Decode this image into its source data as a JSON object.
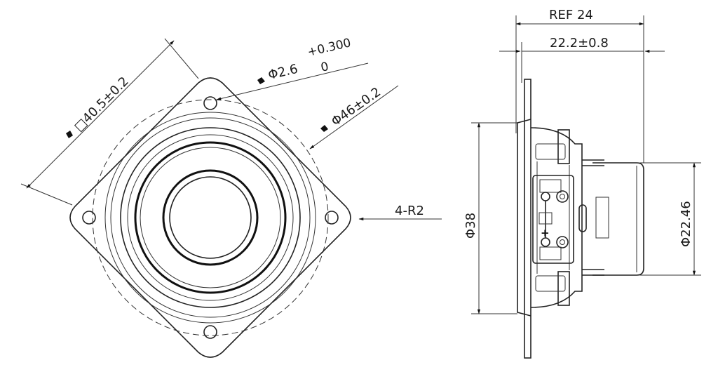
{
  "front_view": {
    "square_dim": "□40.5±0.2",
    "hole_dim_main": "Φ2.6",
    "hole_tol_upper": "+0.300",
    "hole_tol_lower": "0",
    "outer_dia_dim": "Φ46±0.2",
    "corner_radius_dim": "4-R2"
  },
  "side_view": {
    "overall_depth_dim": "REF 24",
    "body_depth_dim": "22.2±0.8",
    "frame_dia_dim": "Φ38",
    "magnet_dia_dim": "Φ22.46",
    "terminal_plus_mark": "+"
  },
  "colors": {
    "line": "#111111",
    "background": "#ffffff"
  }
}
